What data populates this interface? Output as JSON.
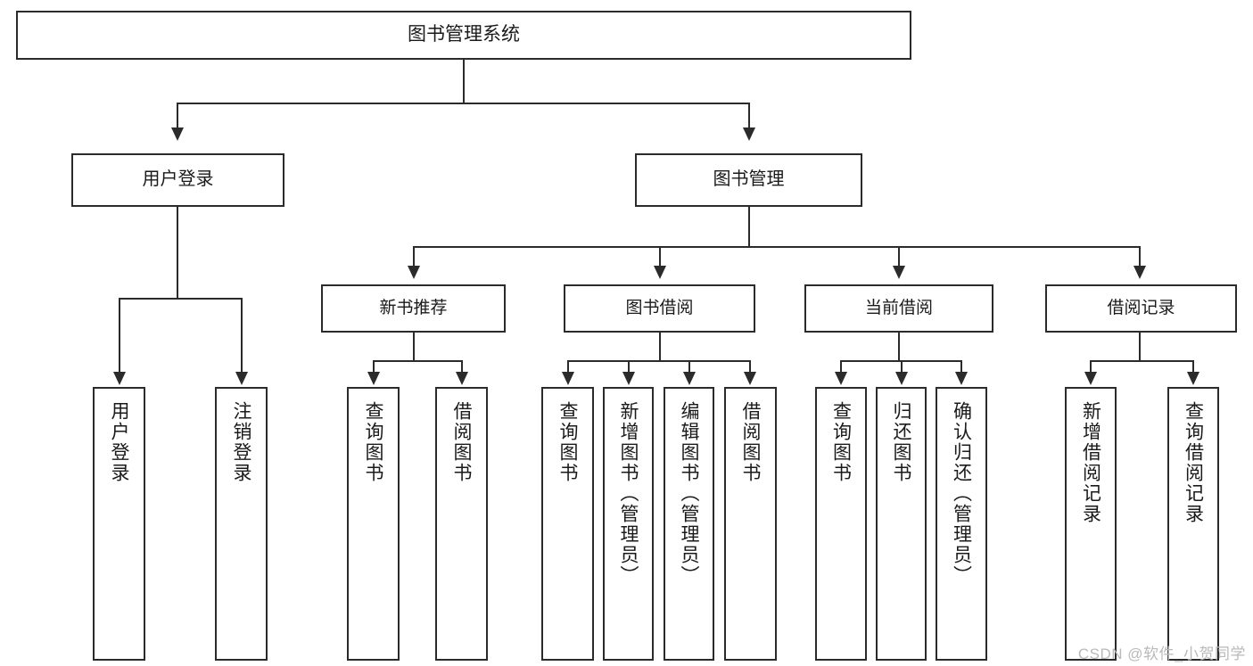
{
  "diagram": {
    "title": "图书管理系统",
    "type": "tree",
    "watermark": "CSDN @软件_小贺同学",
    "colors": {
      "stroke": "#2b2b2b",
      "fill": "#ffffff",
      "text": "#1a1a1a",
      "watermark": "#b9b9b9"
    },
    "root": {
      "label": "图书管理系统"
    },
    "level2": [
      {
        "label": "用户登录"
      },
      {
        "label": "图书管理"
      }
    ],
    "level3": [
      {
        "label": "新书推荐"
      },
      {
        "label": "图书借阅"
      },
      {
        "label": "当前借阅"
      },
      {
        "label": "借阅记录"
      }
    ],
    "leaves": {
      "user_login": [
        {
          "label": "用户登录"
        },
        {
          "label": "注销登录"
        }
      ],
      "new_book_recommend": [
        {
          "label": "查询图书"
        },
        {
          "label": "借阅图书"
        }
      ],
      "book_borrow": [
        {
          "label": "查询图书"
        },
        {
          "label": "新增图书（管理员）"
        },
        {
          "label": "编辑图书（管理员）"
        },
        {
          "label": "借阅图书"
        }
      ],
      "current_borrow": [
        {
          "label": "查询图书"
        },
        {
          "label": "归还图书"
        },
        {
          "label": "确认归还（管理员）"
        }
      ],
      "borrow_record": [
        {
          "label": "新增借阅记录"
        },
        {
          "label": "查询借阅记录"
        }
      ]
    }
  }
}
